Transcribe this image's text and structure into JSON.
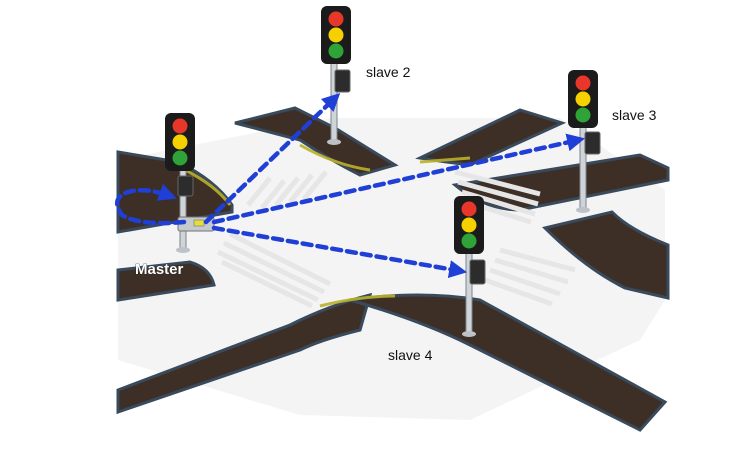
{
  "labels": {
    "master": "Master",
    "slave2": "slave 2",
    "slave3": "slave 3",
    "slave4": "slave 4"
  },
  "colors": {
    "road": "#3d2f25",
    "sidewalk_edge": "#3a4a5a",
    "crosswalk": "#ffffff",
    "signal_path": "#1f3fd6",
    "light_red": "#e8372a",
    "light_yellow": "#f5d100",
    "light_green": "#2fa338",
    "curb_accent": "#b9b12a"
  },
  "icons": {
    "traffic_light": "traffic-light-icon",
    "controller": "controller-box-icon"
  }
}
